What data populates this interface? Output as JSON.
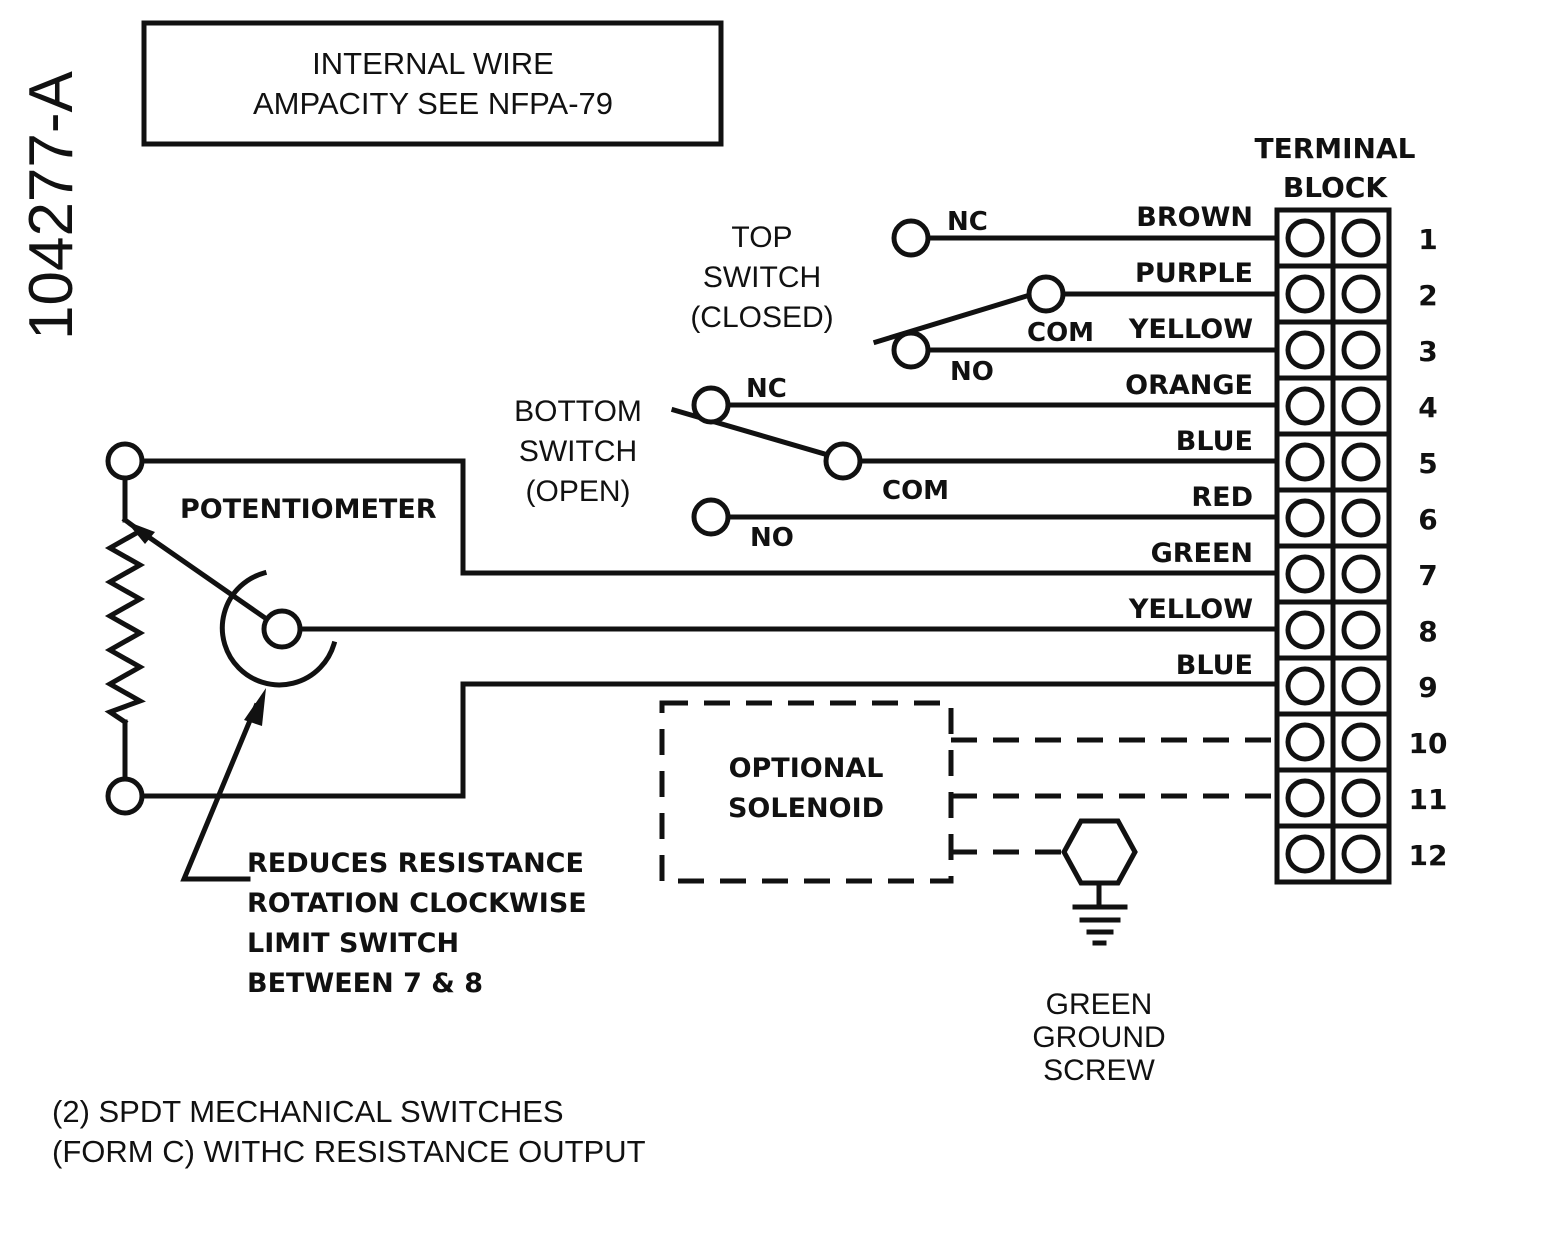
{
  "drawing_number": "104277-A",
  "note_box": {
    "line1": "INTERNAL WIRE",
    "line2": "AMPACITY SEE NFPA-79"
  },
  "terminal_block": {
    "title_line1": "TERMINAL",
    "title_line2": "BLOCK",
    "terminals": [
      {
        "number": "1",
        "wire": "BROWN"
      },
      {
        "number": "2",
        "wire": "PURPLE"
      },
      {
        "number": "3",
        "wire": "YELLOW"
      },
      {
        "number": "4",
        "wire": "ORANGE"
      },
      {
        "number": "5",
        "wire": "BLUE"
      },
      {
        "number": "6",
        "wire": "RED"
      },
      {
        "number": "7",
        "wire": "GREEN"
      },
      {
        "number": "8",
        "wire": "YELLOW"
      },
      {
        "number": "9",
        "wire": "BLUE"
      },
      {
        "number": "10",
        "wire": ""
      },
      {
        "number": "11",
        "wire": ""
      },
      {
        "number": "12",
        "wire": ""
      }
    ]
  },
  "top_switch": {
    "line1": "TOP",
    "line2": "SWITCH",
    "line3": "(CLOSED)",
    "nc": "NC",
    "com": "COM",
    "no": "NO"
  },
  "bottom_switch": {
    "line1": "BOTTOM",
    "line2": "SWITCH",
    "line3": "(OPEN)",
    "nc": "NC",
    "com": "COM",
    "no": "NO"
  },
  "potentiometer": {
    "label": "POTENTIOMETER"
  },
  "rotation_note": {
    "line1": "REDUCES RESISTANCE",
    "line2": "ROTATION CLOCKWISE",
    "line3": "LIMIT SWITCH",
    "line4": "BETWEEN 7 & 8"
  },
  "solenoid": {
    "line1": "OPTIONAL",
    "line2": "SOLENOID"
  },
  "ground": {
    "line1": "GREEN",
    "line2": "GROUND",
    "line3": "SCREW"
  },
  "footer": {
    "line1": "(2) SPDT MECHANICAL SWITCHES",
    "line2": "(FORM C) WITHC RESISTANCE OUTPUT"
  },
  "colors": {
    "ink": "#111111",
    "background": "#ffffff"
  }
}
